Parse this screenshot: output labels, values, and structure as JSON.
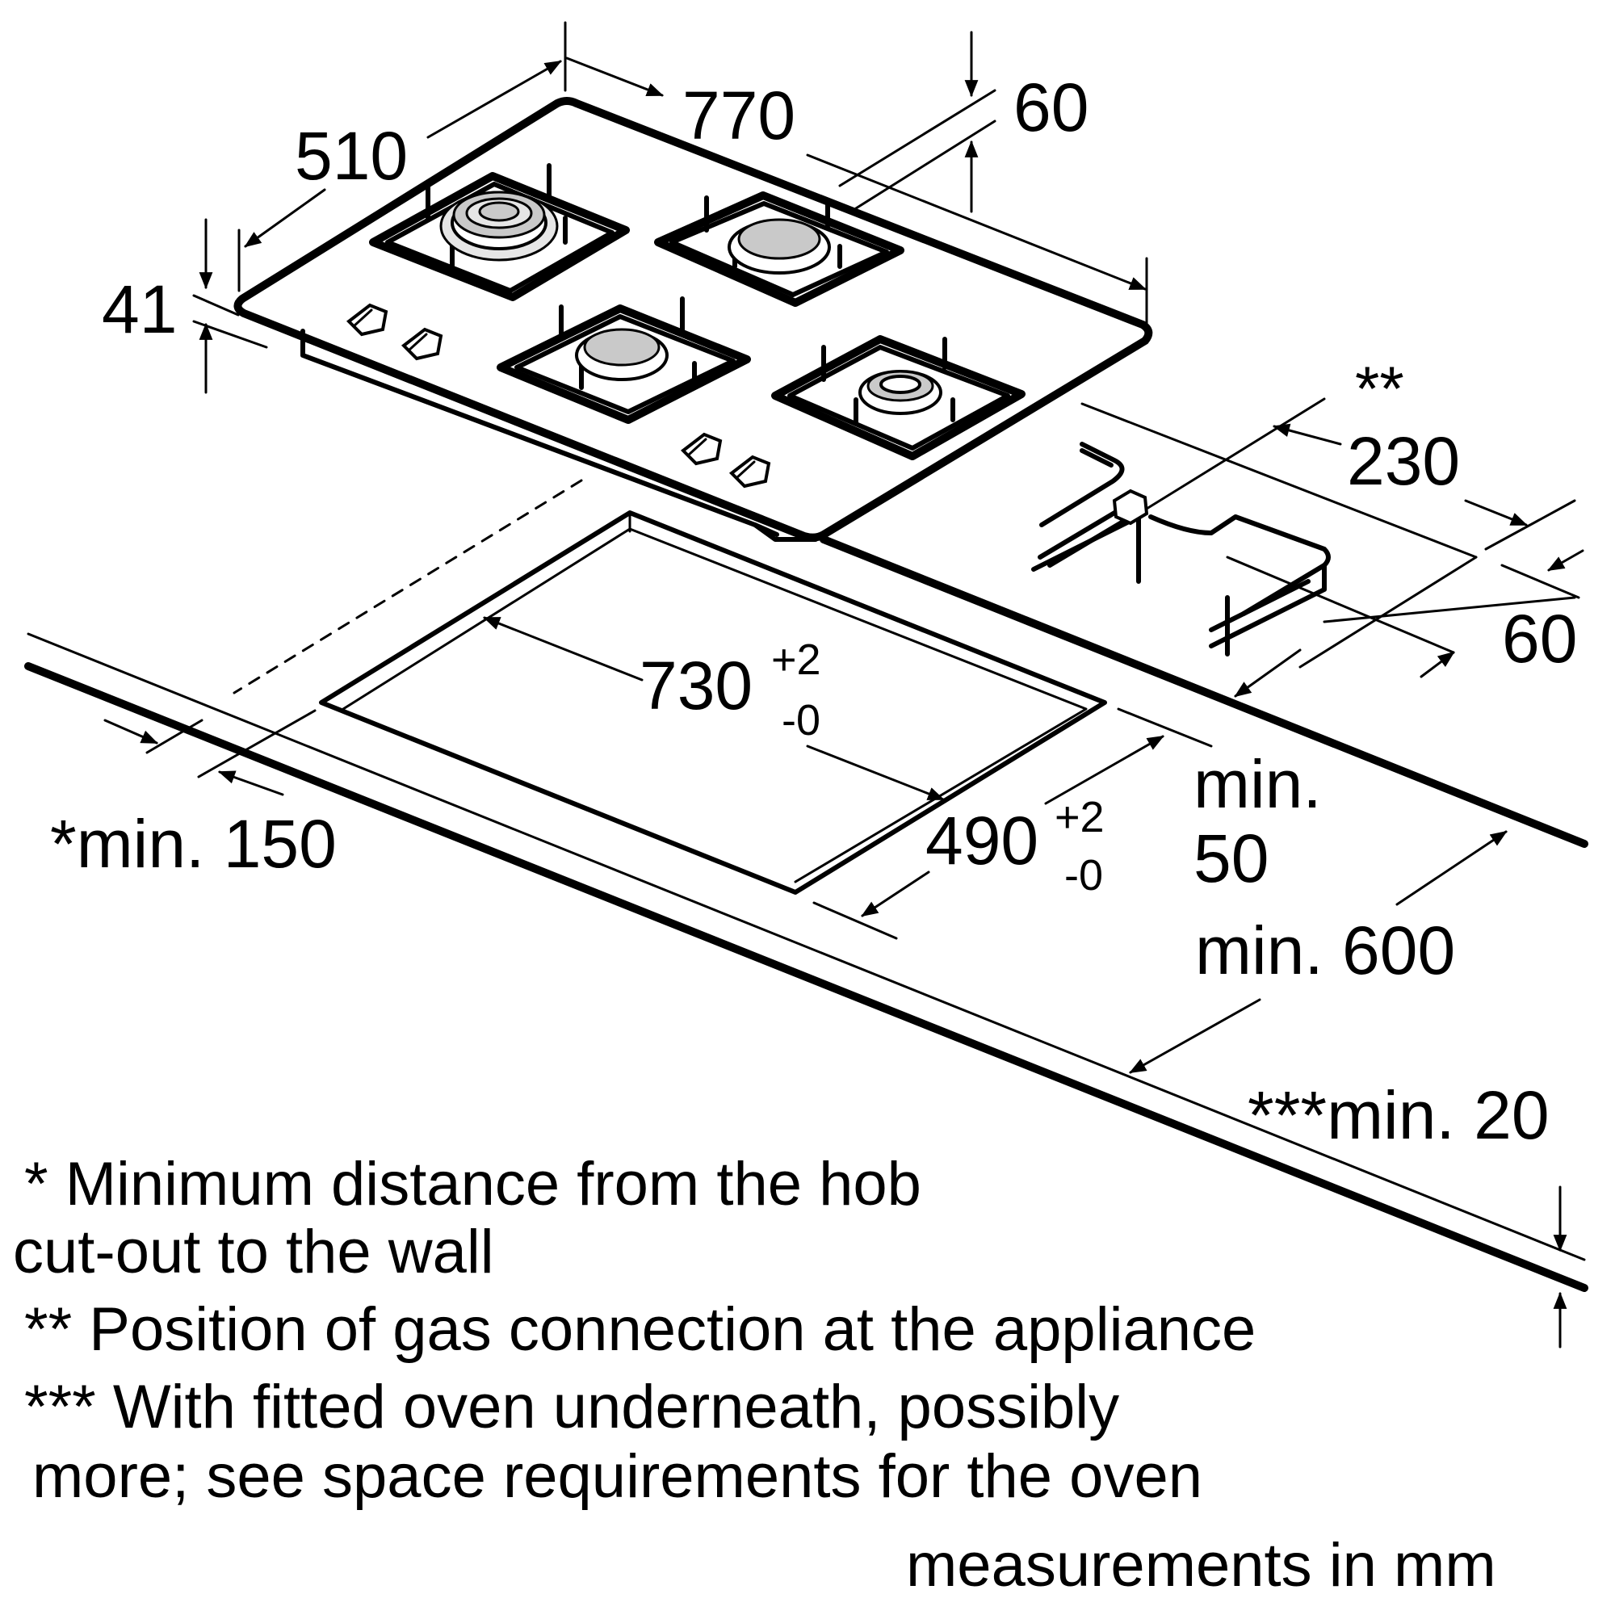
{
  "dimensions": {
    "depth": "510",
    "width": "770",
    "grate_offset": "60",
    "height": "41",
    "gas_pos_marker": "**",
    "gas_pos_width": "230",
    "gas_pos_depth": "60",
    "cutout_width": "730",
    "cutout_width_tol_plus": "+2",
    "cutout_width_tol_minus": "-0",
    "cutout_depth": "490",
    "cutout_depth_tol_plus": "+2",
    "cutout_depth_tol_minus": "-0",
    "min_rear_line1": "min.",
    "min_rear_line2": "50",
    "min_worktop_depth": "min. 600",
    "min_wall": "*min. 150",
    "min_worktop_thickness": "***min. 20"
  },
  "notes": [
    "* Minimum distance from the hob",
    "cut-out to the wall",
    "** Position of gas connection at the appliance",
    "*** With fitted oven underneath, possibly",
    "more; see space requirements for the oven"
  ],
  "units_caption": "measurements in mm"
}
